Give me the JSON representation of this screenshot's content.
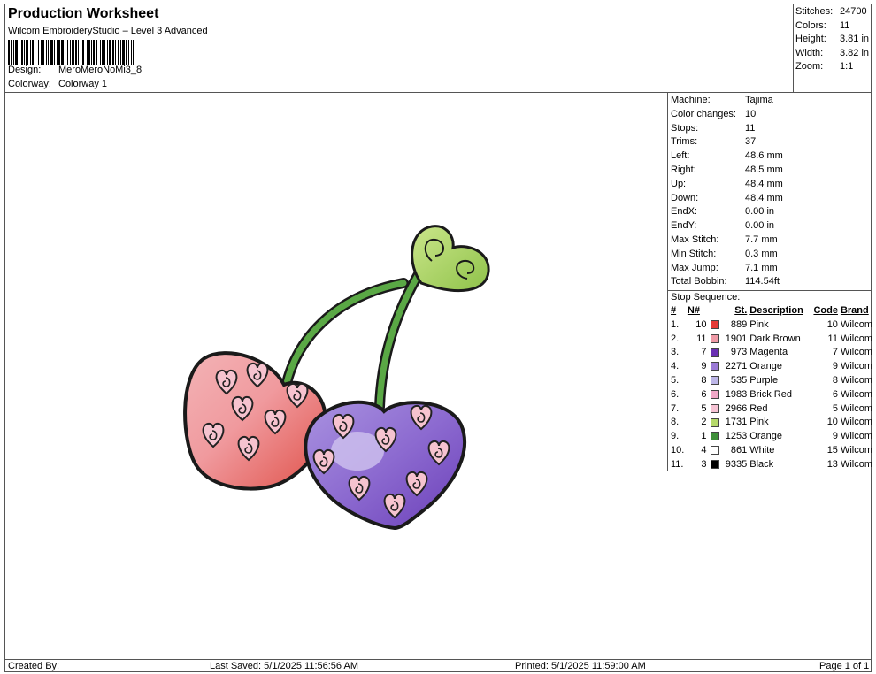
{
  "header": {
    "title": "Production Worksheet",
    "subtitle": "Wilcom EmbroideryStudio – Level 3 Advanced",
    "design_label": "Design:",
    "design_value": "MeroMeroNoMi3_8",
    "colorway_label": "Colorway:",
    "colorway_value": "Colorway 1"
  },
  "stats": [
    {
      "label": "Stitches:",
      "value": "24700"
    },
    {
      "label": "Colors:",
      "value": "11"
    },
    {
      "label": "Height:",
      "value": "3.81 in"
    },
    {
      "label": "Width:",
      "value": "3.82 in"
    },
    {
      "label": "Zoom:",
      "value": "1:1"
    }
  ],
  "machine_info": [
    {
      "label": "Machine:",
      "value": "Tajima"
    },
    {
      "label": "Color changes:",
      "value": "10"
    },
    {
      "label": "Stops:",
      "value": "11"
    },
    {
      "label": "Trims:",
      "value": "37"
    },
    {
      "label": "Left:",
      "value": "48.6 mm"
    },
    {
      "label": "Right:",
      "value": "48.5 mm"
    },
    {
      "label": "Up:",
      "value": "48.4 mm"
    },
    {
      "label": "Down:",
      "value": "48.4 mm"
    },
    {
      "label": "EndX:",
      "value": "0.00 in"
    },
    {
      "label": "EndY:",
      "value": "0.00 in"
    },
    {
      "label": "Max Stitch:",
      "value": "7.7 mm"
    },
    {
      "label": "Min Stitch:",
      "value": "0.3 mm"
    },
    {
      "label": "Max Jump:",
      "value": "7.1 mm"
    },
    {
      "label": "Total Bobbin:",
      "value": "114.54ft"
    }
  ],
  "stop_sequence": {
    "title": "Stop Sequence:",
    "columns": {
      "num": "#",
      "n": "N#",
      "st": "St.",
      "desc": "Description",
      "code": "Code",
      "brand": "Brand"
    },
    "rows": [
      {
        "num": "1.",
        "n": "10",
        "color": "#e53935",
        "st": "889",
        "desc": "Pink",
        "code": "10",
        "brand": "Wilcom"
      },
      {
        "num": "2.",
        "n": "11",
        "color": "#ef9aa6",
        "st": "1901",
        "desc": "Dark Brown",
        "code": "11",
        "brand": "Wilcom"
      },
      {
        "num": "3.",
        "n": "7",
        "color": "#6a2fb3",
        "st": "973",
        "desc": "Magenta",
        "code": "7",
        "brand": "Wilcom"
      },
      {
        "num": "4.",
        "n": "9",
        "color": "#9b7ad6",
        "st": "2271",
        "desc": "Orange",
        "code": "9",
        "brand": "Wilcom"
      },
      {
        "num": "5.",
        "n": "8",
        "color": "#bdb6e8",
        "st": "535",
        "desc": "Purple",
        "code": "8",
        "brand": "Wilcom"
      },
      {
        "num": "6.",
        "n": "6",
        "color": "#f2a8c8",
        "st": "1983",
        "desc": "Brick Red",
        "code": "6",
        "brand": "Wilcom"
      },
      {
        "num": "7.",
        "n": "5",
        "color": "#f6c3d4",
        "st": "2966",
        "desc": "Red",
        "code": "5",
        "brand": "Wilcom"
      },
      {
        "num": "8.",
        "n": "2",
        "color": "#b5d96a",
        "st": "1731",
        "desc": "Pink",
        "code": "10",
        "brand": "Wilcom"
      },
      {
        "num": "9.",
        "n": "1",
        "color": "#3f8f3a",
        "st": "1253",
        "desc": "Orange",
        "code": "9",
        "brand": "Wilcom"
      },
      {
        "num": "10.",
        "n": "4",
        "color": "#ffffff",
        "st": "861",
        "desc": "White",
        "code": "15",
        "brand": "Wilcom"
      },
      {
        "num": "11.",
        "n": "3",
        "color": "#000000",
        "st": "9335",
        "desc": "Black",
        "code": "13",
        "brand": "Wilcom"
      }
    ]
  },
  "footer": {
    "created_by": "Created By:",
    "last_saved": "Last Saved: 5/1/2025 11:56:56 AM",
    "printed": "Printed: 5/1/2025 11:59:00 AM",
    "page": "Page 1 of 1"
  },
  "design_preview": {
    "subject": "cherry-pair-embroidery",
    "colors": {
      "left_cherry": "#f0a3a8",
      "left_cherry_shade": "#e8433f",
      "right_cherry": "#8f6fd3",
      "right_cherry_shade": "#6a3fb8",
      "stem": "#4f9a3e",
      "leaf": "#a9d35c",
      "outline": "#1a1a1a",
      "heart_fill": "#f4b8c6"
    }
  }
}
